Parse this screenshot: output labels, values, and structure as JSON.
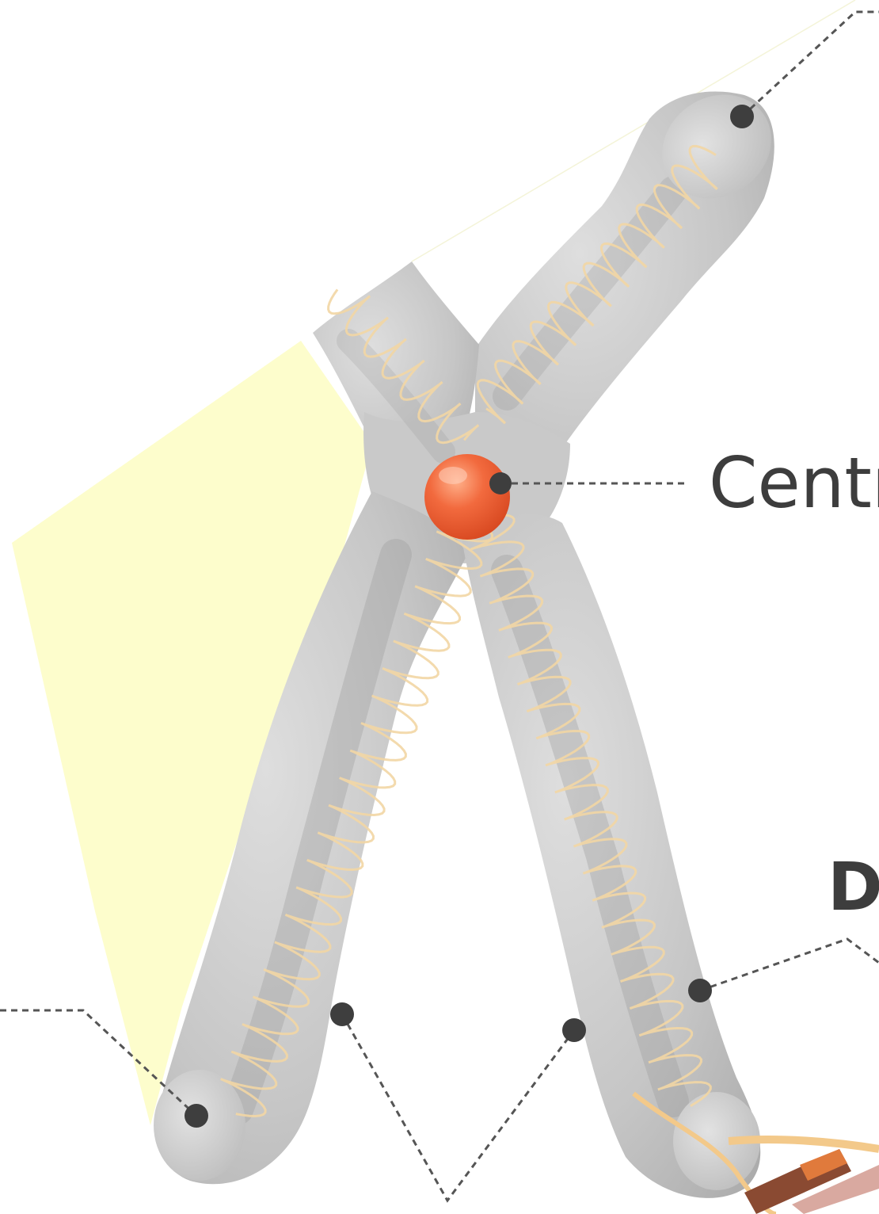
{
  "labels": {
    "centromere": "Centr",
    "dna": "D"
  },
  "colors": {
    "background": "#ffffff",
    "highlight": "#fdfdcc",
    "chromatid": "#c4c4c4",
    "chromatid_shadow": "#a9a9a9",
    "coil": "#f2d6a4",
    "centromere": "#f06a3e",
    "marker_dot": "#3e3e3e",
    "leader_line": "#555555",
    "label_text": "#3d3d3d",
    "dna_strand": "#f3c98a",
    "dna_rung_dark": "#8a4a32",
    "dna_rung_light": "#e07a3c"
  },
  "icons": {
    "markers": "marker-dot",
    "centromere": "centromere-sphere"
  }
}
